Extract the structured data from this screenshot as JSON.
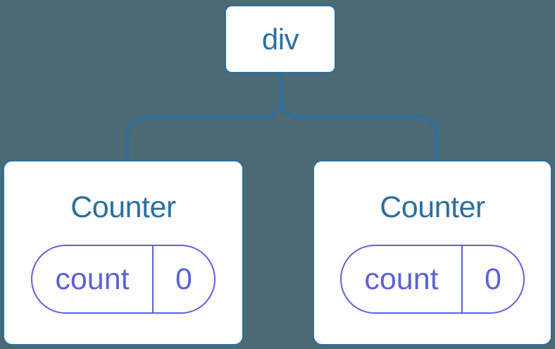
{
  "diagram": {
    "root": {
      "label": "div"
    },
    "children": [
      {
        "title": "Counter",
        "state": {
          "key": "count",
          "value": "0"
        }
      },
      {
        "title": "Counter",
        "state": {
          "key": "count",
          "value": "0"
        }
      }
    ]
  },
  "colors": {
    "background": "#4a6a74",
    "node_blue": "#2d6f9e",
    "state_purple": "#5b62d4",
    "node_fill": "#ffffff"
  }
}
